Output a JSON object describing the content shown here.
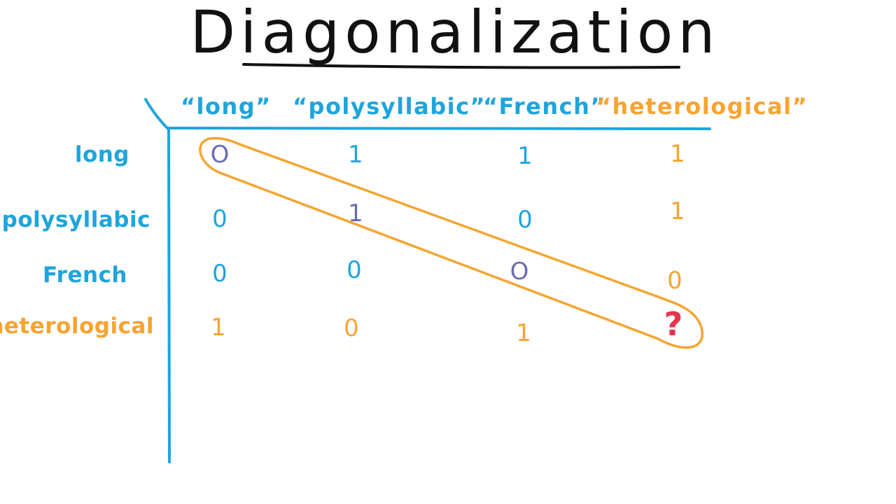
{
  "title": "Diagonalization",
  "colors": {
    "blue": "#1ea5dc",
    "orange": "#f7a431",
    "purple": "#6b6bb4",
    "red": "#e8344f",
    "ink": "#111111"
  },
  "columns": [
    {
      "label": "“long”",
      "color": "blue"
    },
    {
      "label": "“polysyllabic”",
      "color": "blue"
    },
    {
      "label": "“French”",
      "color": "blue"
    },
    {
      "label": "“heterological”",
      "color": "orange"
    }
  ],
  "rows": [
    {
      "label": "long",
      "color": "blue",
      "cells": [
        {
          "value": "O",
          "color": "purple"
        },
        {
          "value": "1",
          "color": "blue"
        },
        {
          "value": "1",
          "color": "blue"
        },
        {
          "value": "1",
          "color": "orange"
        }
      ]
    },
    {
      "label": "polysyllabic",
      "color": "blue",
      "cells": [
        {
          "value": "0",
          "color": "blue"
        },
        {
          "value": "1",
          "color": "purple"
        },
        {
          "value": "0",
          "color": "blue"
        },
        {
          "value": "1",
          "color": "orange"
        }
      ]
    },
    {
      "label": "French",
      "color": "blue",
      "cells": [
        {
          "value": "0",
          "color": "blue"
        },
        {
          "value": "0",
          "color": "blue"
        },
        {
          "value": "O",
          "color": "purple"
        },
        {
          "value": "0",
          "color": "orange"
        }
      ]
    },
    {
      "label": "heterological",
      "color": "orange",
      "cells": [
        {
          "value": "1",
          "color": "orange"
        },
        {
          "value": "0",
          "color": "orange"
        },
        {
          "value": "1",
          "color": "orange"
        },
        {
          "value": "?",
          "color": "red"
        }
      ]
    }
  ]
}
